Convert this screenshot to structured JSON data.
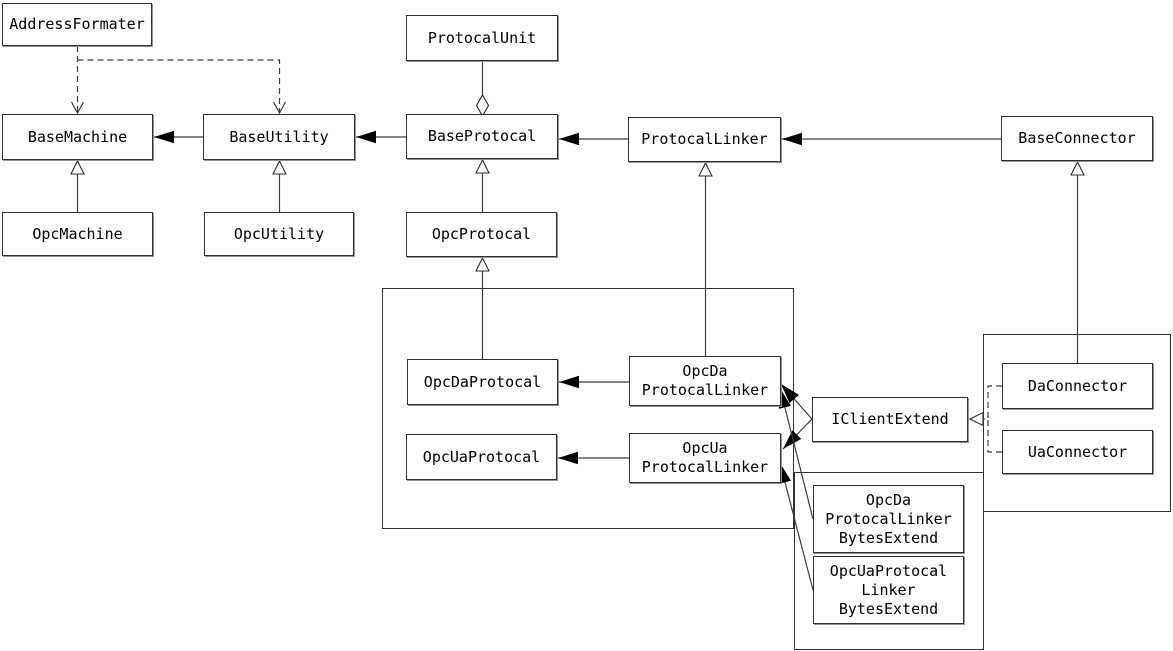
{
  "diagram": {
    "kind": "uml-class-diagram",
    "background_color": "#ffffff",
    "line_color": "#3d3d3d",
    "nodes": {
      "address_formater": "AddressFormater",
      "protocal_unit": "ProtocalUnit",
      "base_machine": "BaseMachine",
      "base_utility": "BaseUtility",
      "base_protocal": "BaseProtocal",
      "protocal_linker": "ProtocalLinker",
      "base_connector": "BaseConnector",
      "opc_machine": "OpcMachine",
      "opc_utility": "OpcUtility",
      "opc_protocal": "OpcProtocal",
      "opc_da_protocal": "OpcDaProtocal",
      "opc_da_protocal_linker": "OpcDa\nProtocalLinker",
      "opc_ua_protocal": "OpcUaProtocal",
      "opc_ua_protocal_linker": "OpcUa\nProtocalLinker",
      "i_client_extend": "IClientExtend",
      "da_connector": "DaConnector",
      "ua_connector": "UaConnector",
      "opc_da_protocal_linker_bytes_extend": "OpcDa\nProtocalLinker\nBytesExtend",
      "opc_ua_protocal_linker_bytes_extend": "OpcUaProtocal\nLinker\nBytesExtend"
    },
    "edges": [
      {
        "from": "OpcMachine",
        "to": "BaseMachine",
        "type": "inheritance"
      },
      {
        "from": "OpcUtility",
        "to": "BaseUtility",
        "type": "inheritance"
      },
      {
        "from": "OpcProtocal",
        "to": "BaseProtocal",
        "type": "inheritance"
      },
      {
        "from": "OpcDaProtocal",
        "to": "OpcProtocal",
        "type": "inheritance"
      },
      {
        "from": "OpcDaProtocalLinker",
        "to": "ProtocalLinker",
        "type": "inheritance"
      },
      {
        "from": "DaConnector",
        "to": "BaseConnector",
        "type": "inheritance"
      },
      {
        "from": "ProtocalUnit",
        "to": "BaseProtocal",
        "type": "aggregation"
      },
      {
        "from": "BaseUtility",
        "to": "BaseMachine",
        "type": "association"
      },
      {
        "from": "BaseProtocal",
        "to": "BaseUtility",
        "type": "association"
      },
      {
        "from": "ProtocalLinker",
        "to": "BaseProtocal",
        "type": "association"
      },
      {
        "from": "BaseConnector",
        "to": "ProtocalLinker",
        "type": "association"
      },
      {
        "from": "OpcDaProtocalLinker",
        "to": "OpcDaProtocal",
        "type": "association"
      },
      {
        "from": "OpcUaProtocalLinker",
        "to": "OpcUaProtocal",
        "type": "association"
      },
      {
        "from": "IClientExtend",
        "to": "OpcDaProtocalLinker",
        "type": "association"
      },
      {
        "from": "IClientExtend",
        "to": "OpcUaProtocalLinker",
        "type": "association"
      },
      {
        "from": "OpcDaProtocalLinkerBytesExtend",
        "to": "OpcDaProtocalLinker",
        "type": "association"
      },
      {
        "from": "OpcUaProtocalLinkerBytesExtend",
        "to": "OpcUaProtocalLinker",
        "type": "association"
      },
      {
        "from": "AddressFormater",
        "to": "BaseMachine",
        "type": "dependency"
      },
      {
        "from": "AddressFormater",
        "to": "BaseUtility",
        "type": "dependency"
      },
      {
        "from": "DaConnector",
        "to": "IClientExtend",
        "type": "realization"
      },
      {
        "from": "UaConnector",
        "to": "IClientExtend",
        "type": "realization"
      }
    ]
  }
}
